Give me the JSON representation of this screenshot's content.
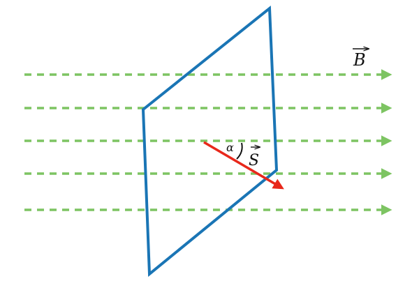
{
  "labels": {
    "field": "B",
    "surface_vector": "S",
    "angle": "α"
  },
  "colors": {
    "field_lines": "#7dc462",
    "surface": "#1a75b5",
    "surface_vector": "#e8281b",
    "text": "#111111"
  },
  "field_lines": {
    "count": 5,
    "style": "dashed",
    "direction": "right"
  },
  "surface": {
    "shape": "parallelogram"
  }
}
